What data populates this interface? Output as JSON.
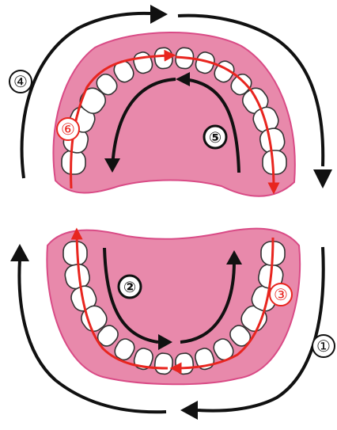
{
  "colors": {
    "gum": "#e889ab",
    "gum_outline": "#d94b86",
    "tooth": "#ffffff",
    "tooth_outline": "#333333",
    "black_arrow": "#111111",
    "red_arrow": "#e8251f"
  },
  "steps": [
    {
      "label": "①",
      "color": "black",
      "jaw": "lower",
      "surface": "outer"
    },
    {
      "label": "②",
      "color": "black",
      "jaw": "lower",
      "surface": "inner"
    },
    {
      "label": "③",
      "color": "red",
      "jaw": "lower",
      "surface": "biting"
    },
    {
      "label": "④",
      "color": "black",
      "jaw": "upper",
      "surface": "outer"
    },
    {
      "label": "⑤",
      "color": "black",
      "jaw": "upper",
      "surface": "inner"
    },
    {
      "label": "⑥",
      "color": "red",
      "jaw": "upper",
      "surface": "biting"
    }
  ]
}
